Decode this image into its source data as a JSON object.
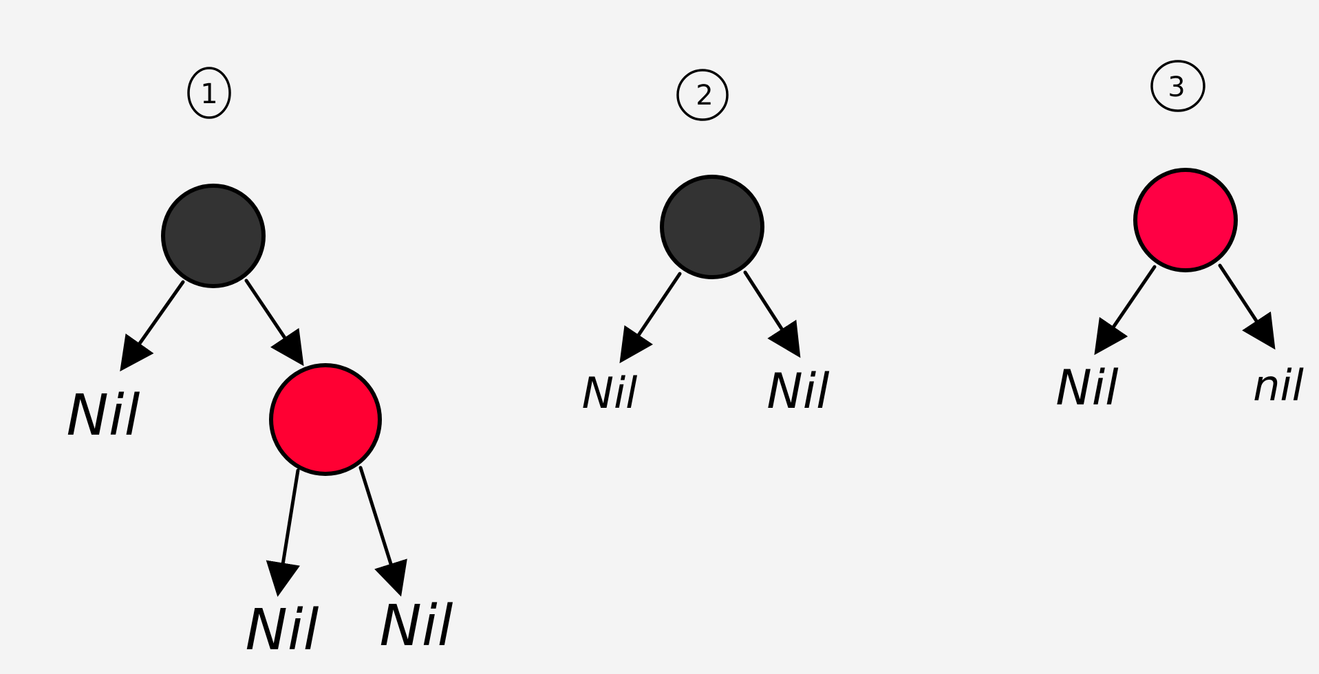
{
  "diagrams": [
    {
      "number": "1",
      "root_color": "#333333",
      "child_color": "#ff0033",
      "nil_left": "Nil",
      "nil_child_left": "Nil",
      "nil_child_right": "Nil"
    },
    {
      "number": "2",
      "root_color": "#333333",
      "nil_left": "Nil",
      "nil_right": "Nil"
    },
    {
      "number": "3",
      "root_color": "#ff0044",
      "nil_left": "Nil",
      "nil_right": "nil"
    }
  ]
}
